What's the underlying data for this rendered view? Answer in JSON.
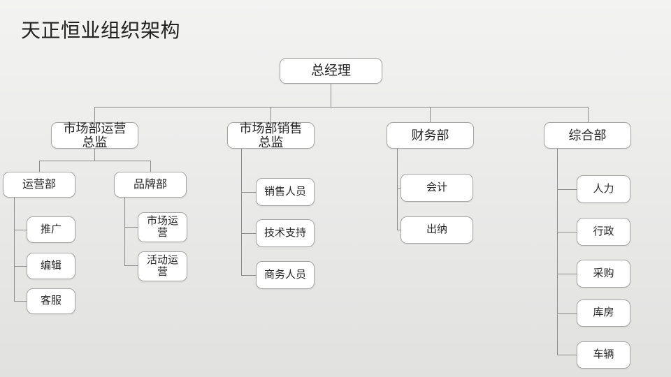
{
  "page": {
    "title": "天正恒业组织架构"
  },
  "colors": {
    "background_top": "#f3f3f2",
    "background_bottom": "#e1e1e0",
    "node_fill": "#ffffff",
    "node_border": "#a6a6a6",
    "connector": "#8c8c8c",
    "text": "#262626"
  },
  "org": {
    "root": {
      "label": "总经理"
    },
    "branches": [
      {
        "label": "市场部运营\n总监",
        "children": [
          {
            "label": "运营部",
            "children": [
              {
                "label": "推广"
              },
              {
                "label": "编辑"
              },
              {
                "label": "客服"
              }
            ]
          },
          {
            "label": "品牌部",
            "children": [
              {
                "label": "市场运\n营"
              },
              {
                "label": "活动运\n营"
              }
            ]
          }
        ]
      },
      {
        "label": "市场部销售\n总监",
        "children": [
          {
            "label": "销售人员"
          },
          {
            "label": "技术支持"
          },
          {
            "label": "商务人员"
          }
        ]
      },
      {
        "label": "财务部",
        "children": [
          {
            "label": "会计"
          },
          {
            "label": "出纳"
          }
        ]
      },
      {
        "label": "综合部",
        "children": [
          {
            "label": "人力"
          },
          {
            "label": "行政"
          },
          {
            "label": "采购"
          },
          {
            "label": "库房"
          },
          {
            "label": "车辆"
          }
        ]
      }
    ]
  }
}
